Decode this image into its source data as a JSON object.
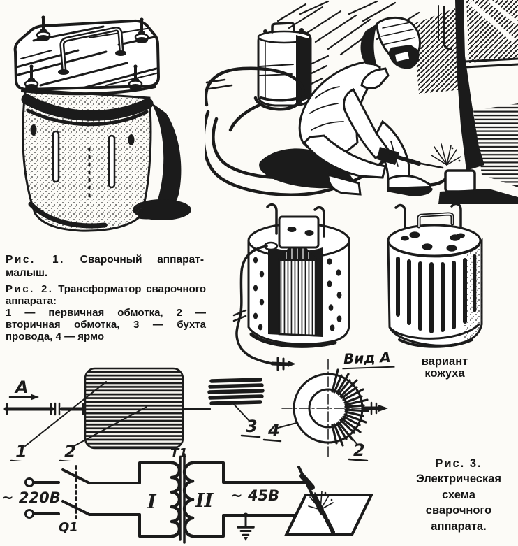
{
  "page": {
    "paper_color": "#fcfbf7",
    "ink_color": "#1b1b1b"
  },
  "captions": {
    "fig1": {
      "label": "Рис. 1.",
      "text": "Сварочный аппарат-малыш."
    },
    "fig2": {
      "label": "Рис. 2.",
      "title": "Трансформатор сварочного аппарата:",
      "legend": "1 — первичная обмотка, 2 — вторичная обмотка, 3 — бухта провода, 4 — ярмо"
    },
    "fig3": {
      "label": "Рис. 3.",
      "lines": [
        "Электрическая",
        "схема",
        "сварочного",
        "аппарата."
      ]
    }
  },
  "fig2": {
    "view_label": "А",
    "view_title": "Вид А",
    "part_labels": {
      "primary": "1",
      "secondary": "2",
      "wire_coil": "3",
      "yoke": "4",
      "toroid_secondary": "2"
    },
    "cover_caption": [
      "вариант",
      "кожуха"
    ]
  },
  "fig3": {
    "input_voltage": "~ 220В",
    "switch": "Q1",
    "transformer": "Т1",
    "primary_winding": "I",
    "secondary_winding": "II",
    "output_voltage": "~ 45В"
  }
}
